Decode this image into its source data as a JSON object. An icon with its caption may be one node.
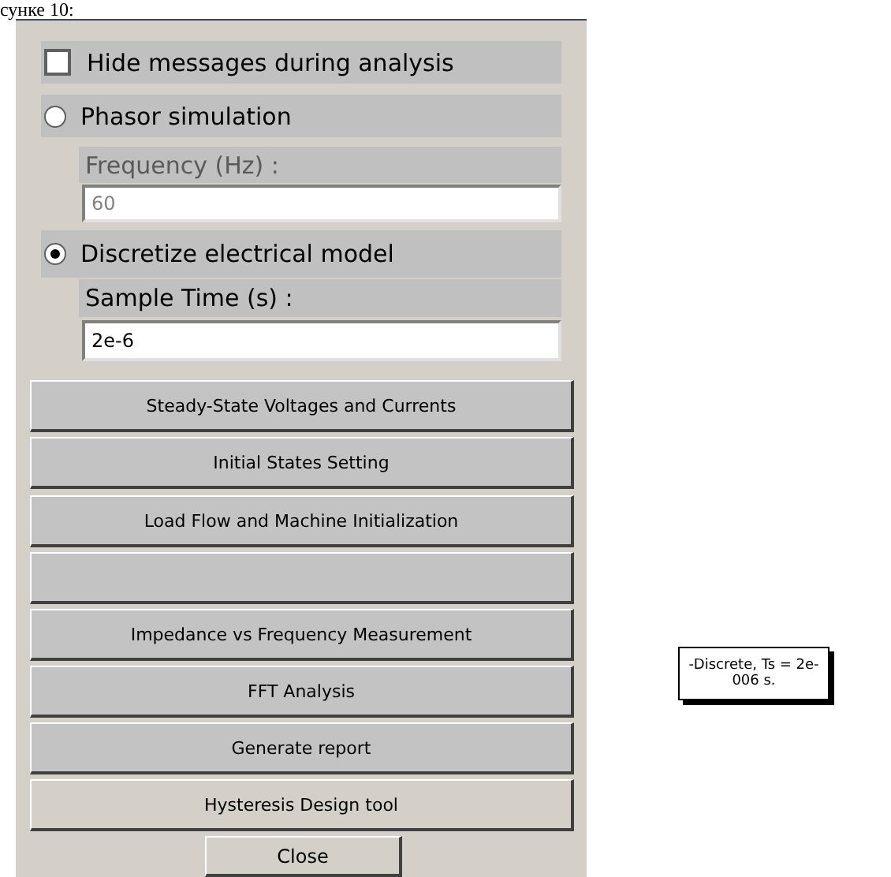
{
  "diagram": {
    "nodes": [
      {
        "text": [
          "-Discrete, Ts = 2e-006 s."
        ]
      }
    ],
    "labels": [
      "сунке 10:",
      "Hide messages during analysis",
      "Phasor simulation",
      "Frequency (Hz) :",
      "60",
      "Discretize electrical model",
      "Sample Time (s) :",
      "2e-6",
      "Steady-State Voltages and Currents",
      "Initial States Setting",
      "Load Flow and Machine Initialization",
      "Impedance vs Frequency Measurement",
      "FFT Analysis",
      "Generate report",
      "Hysteresis Design tool",
      "Close"
    ]
  }
}
